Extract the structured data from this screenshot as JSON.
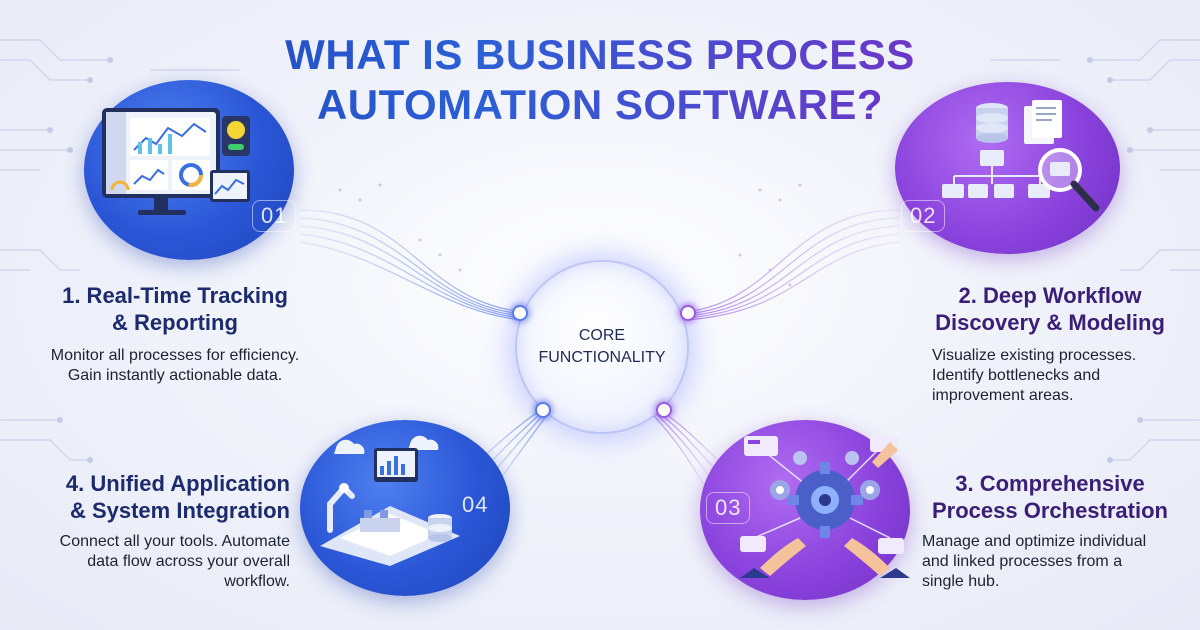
{
  "title": {
    "line1": "WHAT IS BUSINESS PROCESS",
    "line2": "AUTOMATION SOFTWARE?"
  },
  "core": {
    "line1": "CORE",
    "line2": "FUNCTIONALITY"
  },
  "features": [
    {
      "number": "01",
      "heading_line1": "1. Real-Time Tracking",
      "heading_line2": "& Reporting",
      "desc_line1": "Monitor all processes for efficiency.",
      "desc_line2": "Gain instantly actionable data.",
      "icon": "dashboard-monitor-icon",
      "color": "#2a56d6"
    },
    {
      "number": "02",
      "heading_line1": "2. Deep Workflow",
      "heading_line2": "Discovery & Modeling",
      "desc_line1": "Visualize existing processes.",
      "desc_line2": "Identify bottlenecks and",
      "desc_line3": "improvement areas.",
      "icon": "workflow-database-magnifier-icon",
      "color": "#8a43dd"
    },
    {
      "number": "03",
      "heading_line1": "3. Comprehensive",
      "heading_line2": "Process Orchestration",
      "desc_line1": "Manage and optimize individual",
      "desc_line2": "and linked processes from a",
      "desc_line3": "single hub.",
      "icon": "gears-orchestration-icon",
      "color": "#8a43dd"
    },
    {
      "number": "04",
      "heading_line1": "4. Unified Application",
      "heading_line2": "& System Integration",
      "desc_line1": "Connect all your tools. Automate",
      "desc_line2": "data flow across your overall",
      "desc_line3": "workflow.",
      "icon": "factory-integration-icon",
      "color": "#2a56d6"
    }
  ]
}
